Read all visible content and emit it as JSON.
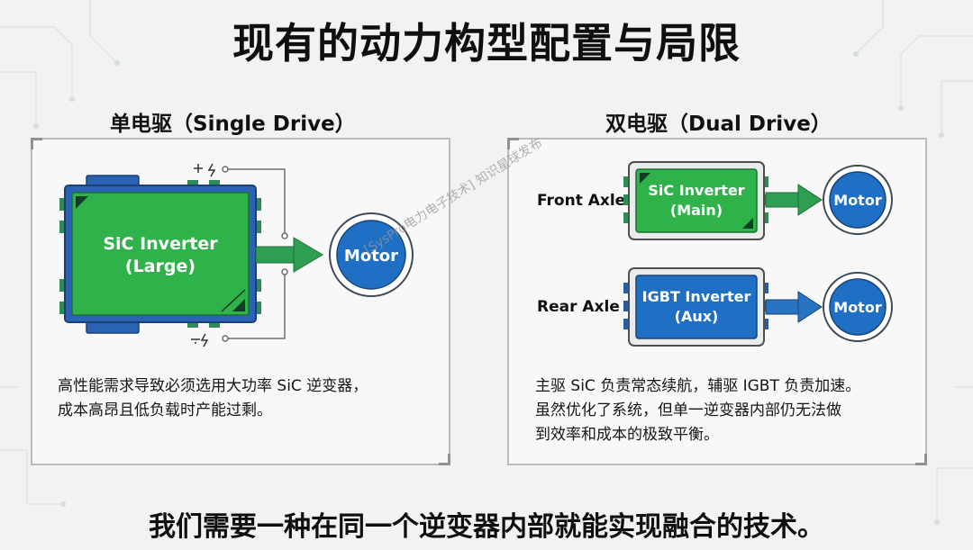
{
  "title": "现有的动力构型配置与局限",
  "single": {
    "heading": "单电驱（Single Drive）",
    "inverter_line1": "SiC Inverter",
    "inverter_line2": "(Large)",
    "motor": "Motor",
    "desc_line1": "高性能需求导致必须选用大功率 SiC 逆变器，",
    "desc_line2": "成本高昂且低负载时产能过剩。"
  },
  "dual": {
    "heading": "双电驱（Dual Drive）",
    "front_label": "Front Axle",
    "rear_label": "Rear Axle",
    "front_inverter_line1": "SiC Inverter",
    "front_inverter_line2": "(Main)",
    "rear_inverter_line1": "IGBT Inverter",
    "rear_inverter_line2": "(Aux)",
    "front_motor": "Motor",
    "rear_motor": "Motor",
    "desc_line1": "主驱 SiC 负责常态续航，辅驱 IGBT 负责加速。",
    "desc_line2": "虽然优化了系统，但单一逆变器内部仍无法做",
    "desc_line3": "到效率和成本的极致平衡。"
  },
  "footer": "我们需要一种在同一个逆变器内部就能实现融合的技术。",
  "watermark": "[SysPro电力电子技术] 知识星球发布",
  "colors": {
    "sic_green": "#2fb24a",
    "igbt_blue": "#1f6fc4",
    "motor_blue": "#1f6fc4",
    "arrow_green": "#2e9f52",
    "arrow_blue": "#2873c2"
  }
}
